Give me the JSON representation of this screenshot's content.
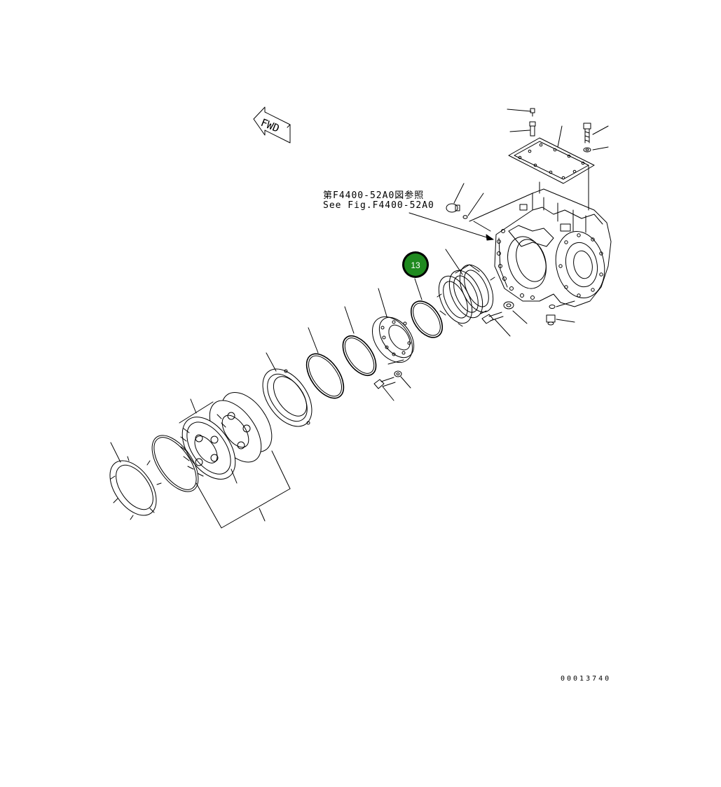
{
  "diagram": {
    "fwd_label": "FWD",
    "reference_note_jp": "第F4400-52A0図参照",
    "reference_note_en": "See Fig.F4400-52A0",
    "drawing_number": "00013740",
    "callout": {
      "number": "13",
      "fill_color": "#1f8a1f",
      "ring_color": "#000000"
    }
  }
}
